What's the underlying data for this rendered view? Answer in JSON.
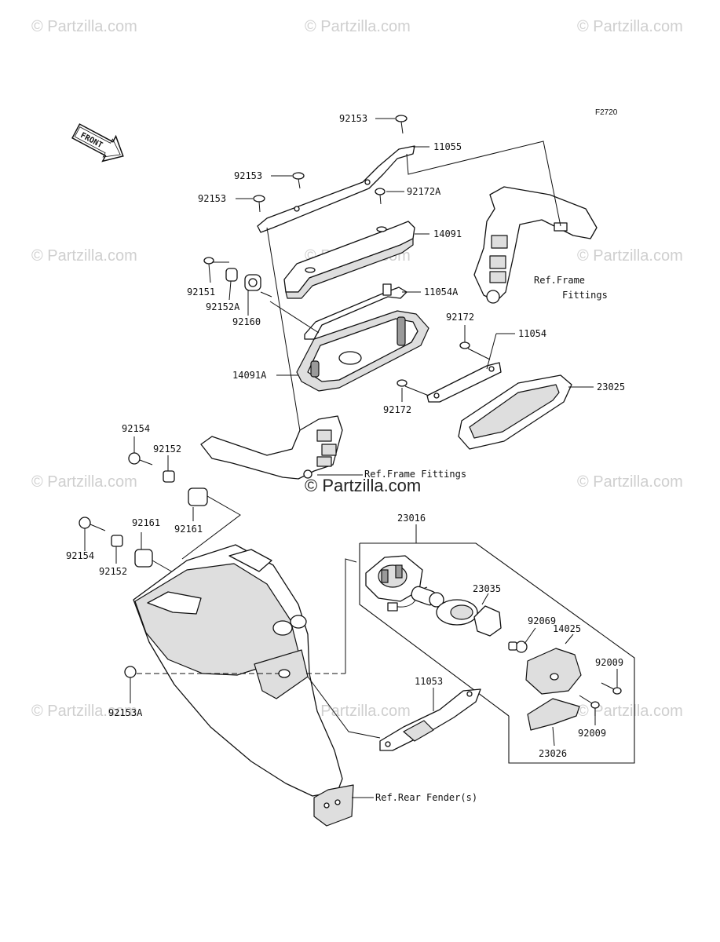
{
  "diagram_code": "F2720",
  "front_marker": "FRONT",
  "watermark": "© Partzilla.com",
  "center_watermark": "© Partzilla.com",
  "labels": {
    "p92153_top": "92153",
    "p11055": "11055",
    "p92153_mid": "92153",
    "p92153_left": "92153",
    "p92172A": "92172A",
    "p14091": "14091",
    "p92151": "92151",
    "p92152A": "92152A",
    "p92160": "92160",
    "p11054A": "11054A",
    "p92172_upper": "92172",
    "p11054": "11054",
    "p14091A": "14091A",
    "p23025": "23025",
    "p92172_lower": "92172",
    "p92154_upper": "92154",
    "p92152_upper": "92152",
    "p92161_upper": "92161",
    "p92161_lower": "92161",
    "p92154_lower": "92154",
    "p92152_lower": "92152",
    "p23016": "23016",
    "p23035": "23035",
    "p92069": "92069",
    "p14025": "14025",
    "p92009_upper": "92009",
    "p92009_lower": "92009",
    "p23026": "23026",
    "p11053": "11053",
    "p92153A": "92153A"
  },
  "references": {
    "frame_fittings_line1": "Ref.Frame",
    "frame_fittings_line2": "Fittings",
    "frame_fittings_full": "Ref.Frame Fittings",
    "rear_fender": "Ref.Rear Fender(s)"
  }
}
